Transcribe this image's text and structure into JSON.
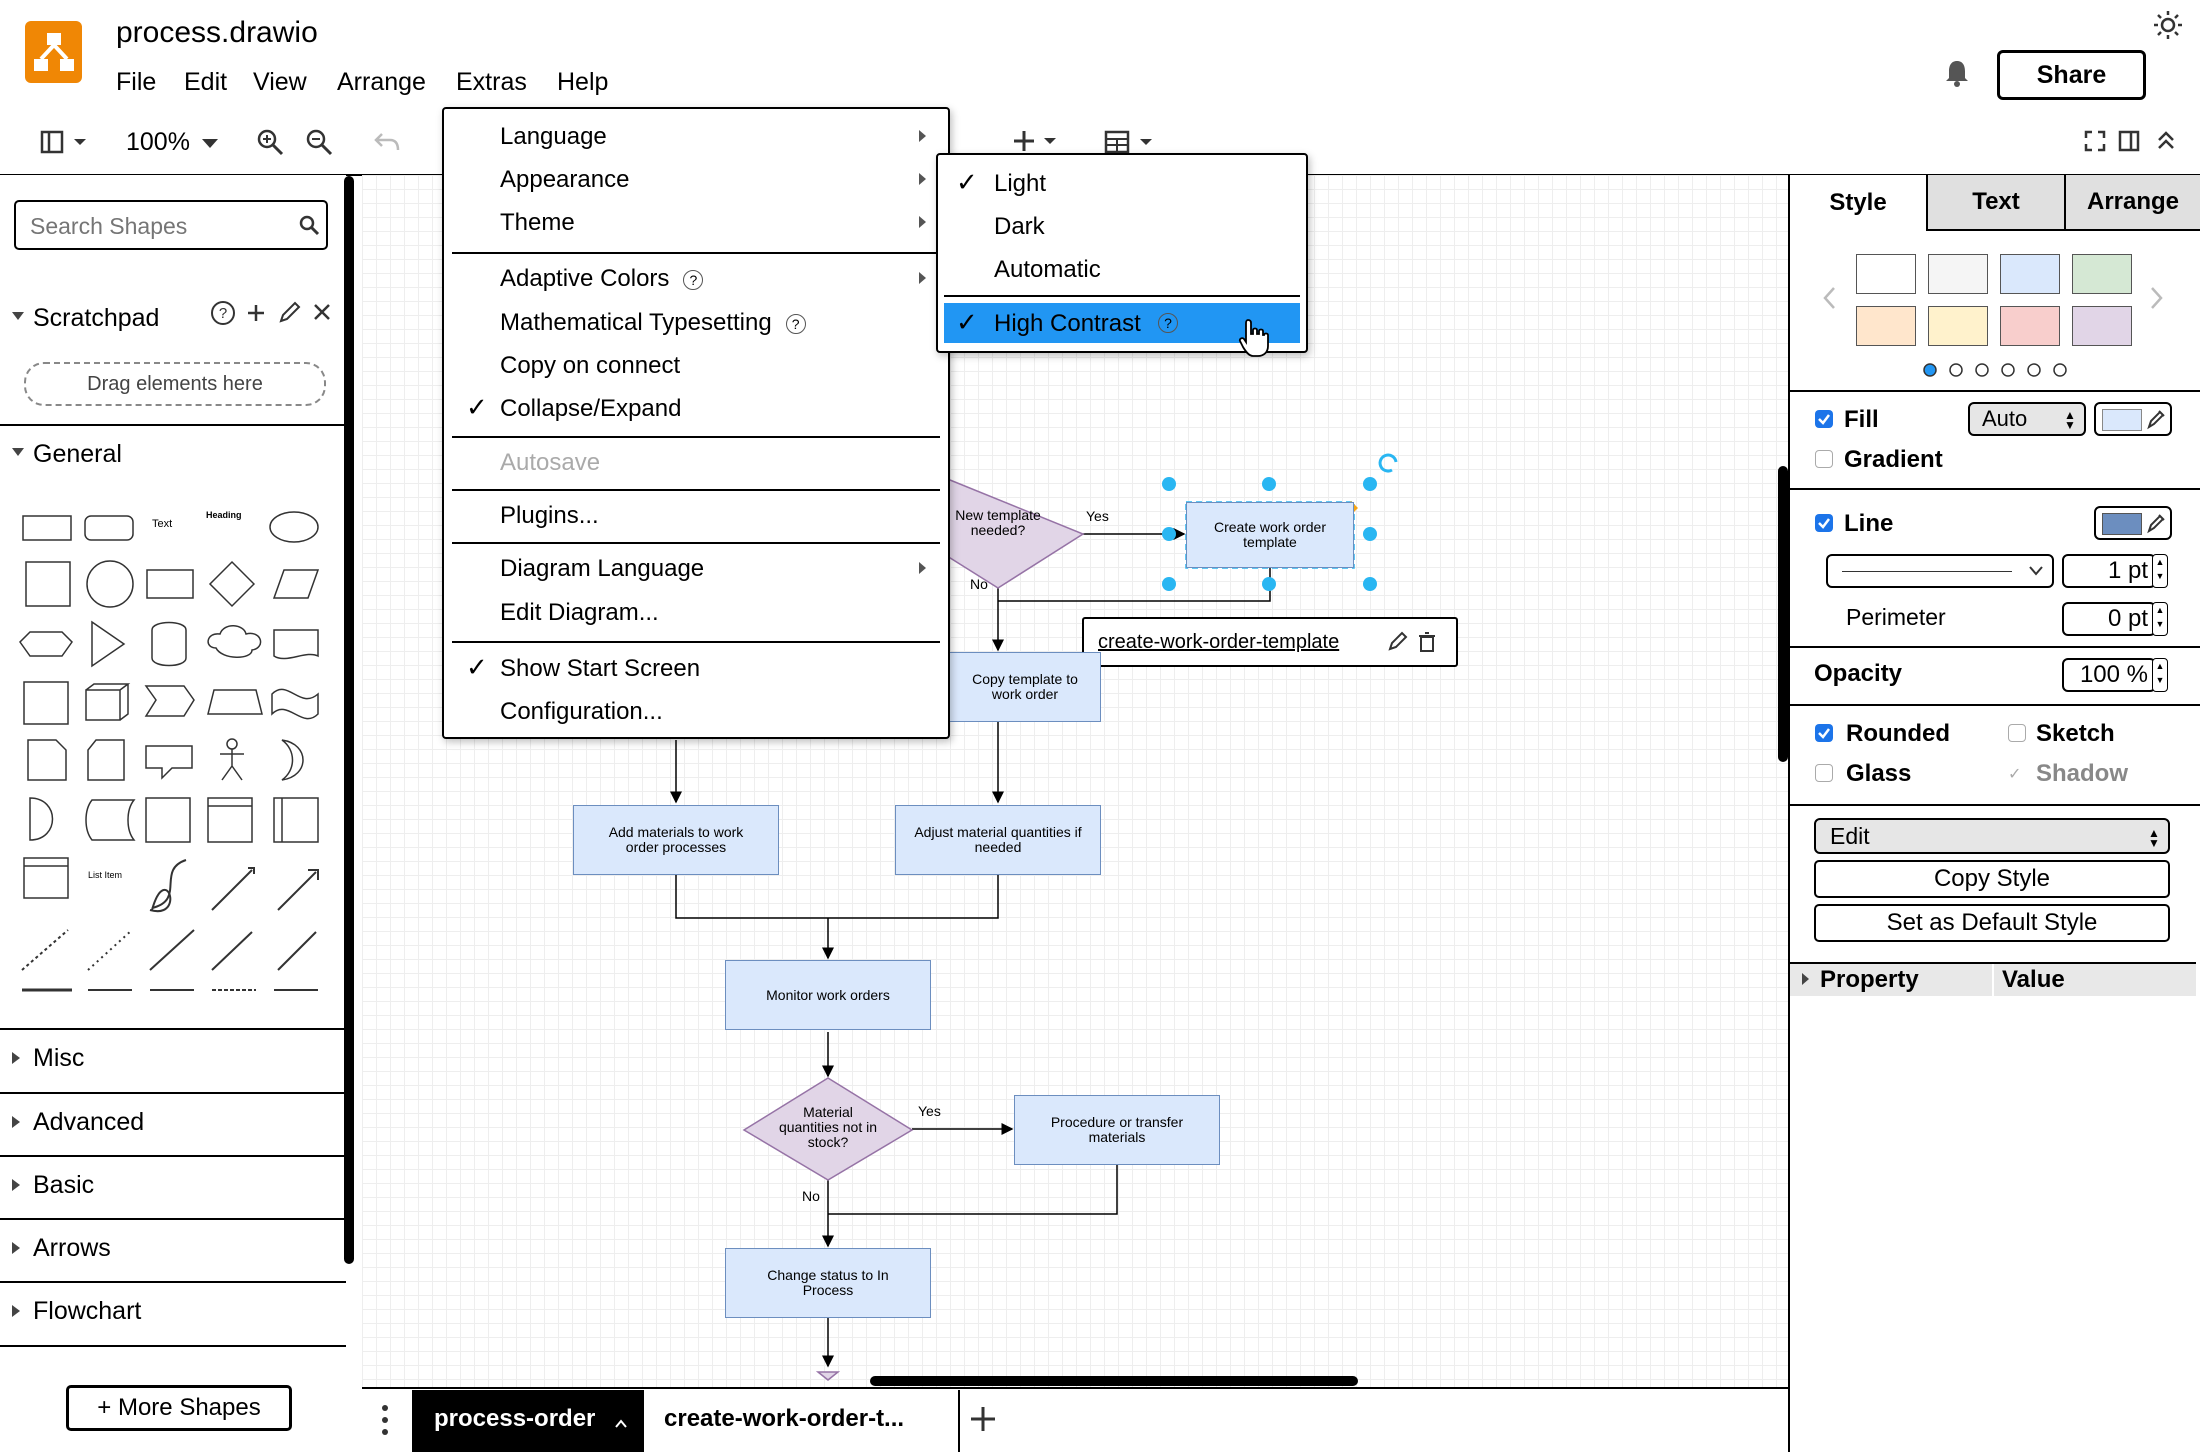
{
  "app": {
    "title": "process.drawio",
    "menus": [
      "File",
      "Edit",
      "View",
      "Arrange",
      "Extras",
      "Help"
    ],
    "share_label": "Share",
    "accent": "#f08705"
  },
  "toolbar": {
    "zoom": "100%"
  },
  "left_panel": {
    "search_placeholder": "Search Shapes",
    "scratchpad_label": "Scratchpad",
    "drag_label": "Drag elements here",
    "general_label": "General",
    "text_shape": "Text",
    "heading_shape": "Heading",
    "list_item_shape": "List Item",
    "sections": [
      "Misc",
      "Advanced",
      "Basic",
      "Arrows",
      "Flowchart"
    ],
    "more_shapes_label": "+ More Shapes"
  },
  "extras_menu": {
    "language": "Language",
    "appearance": "Appearance",
    "theme": "Theme",
    "adaptive_colors": "Adaptive Colors",
    "math_typesetting": "Mathematical Typesetting",
    "copy_on_connect": "Copy on connect",
    "collapse_expand": "Collapse/Expand",
    "autosave": "Autosave",
    "plugins": "Plugins...",
    "diagram_language": "Diagram Language",
    "edit_diagram": "Edit Diagram...",
    "show_start_screen": "Show Start Screen",
    "configuration": "Configuration..."
  },
  "theme_submenu": {
    "light": "Light",
    "dark": "Dark",
    "automatic": "Automatic",
    "high_contrast": "High Contrast",
    "highlight_color": "#2196f3"
  },
  "diagram": {
    "new_template": "New template needed?",
    "yes1": "Yes",
    "no1": "No",
    "create_template": "Create work order template",
    "link_label": "create-work-order-template",
    "copy_template": "Copy template to work order",
    "add_materials": "Add materials to work order processes",
    "adjust_materials": "Adjust material quantities if needed",
    "monitor": "Monitor work orders",
    "material_stock": "Material quantities not in stock?",
    "yes2": "Yes",
    "no2": "No",
    "procedure": "Procedure or transfer materials",
    "change_status": "Change status to In Process",
    "node_fill": "#dae8fc",
    "decision_fill": "#e1d5e7"
  },
  "right_panel": {
    "tabs": [
      "Style",
      "Text",
      "Arrange"
    ],
    "fill_label": "Fill",
    "fill_mode": "Auto",
    "gradient_label": "Gradient",
    "line_label": "Line",
    "line_width": "1 pt",
    "perimeter_label": "Perimeter",
    "perimeter_value": "0 pt",
    "opacity_label": "Opacity",
    "opacity_value": "100 %",
    "rounded_label": "Rounded",
    "sketch_label": "Sketch",
    "glass_label": "Glass",
    "shadow_label": "Shadow",
    "edit_select": "Edit",
    "copy_style": "Copy Style",
    "set_default": "Set as Default Style",
    "property_label": "Property",
    "value_label": "Value",
    "swatches": [
      "#ffffff",
      "#f5f5f5",
      "#dae8fc",
      "#d5e8d4",
      "#ffe6cc",
      "#fff2cc",
      "#f8cecc",
      "#e1d5e7"
    ]
  },
  "page_tabs": {
    "active": "process-order",
    "second": "create-work-order-t..."
  }
}
